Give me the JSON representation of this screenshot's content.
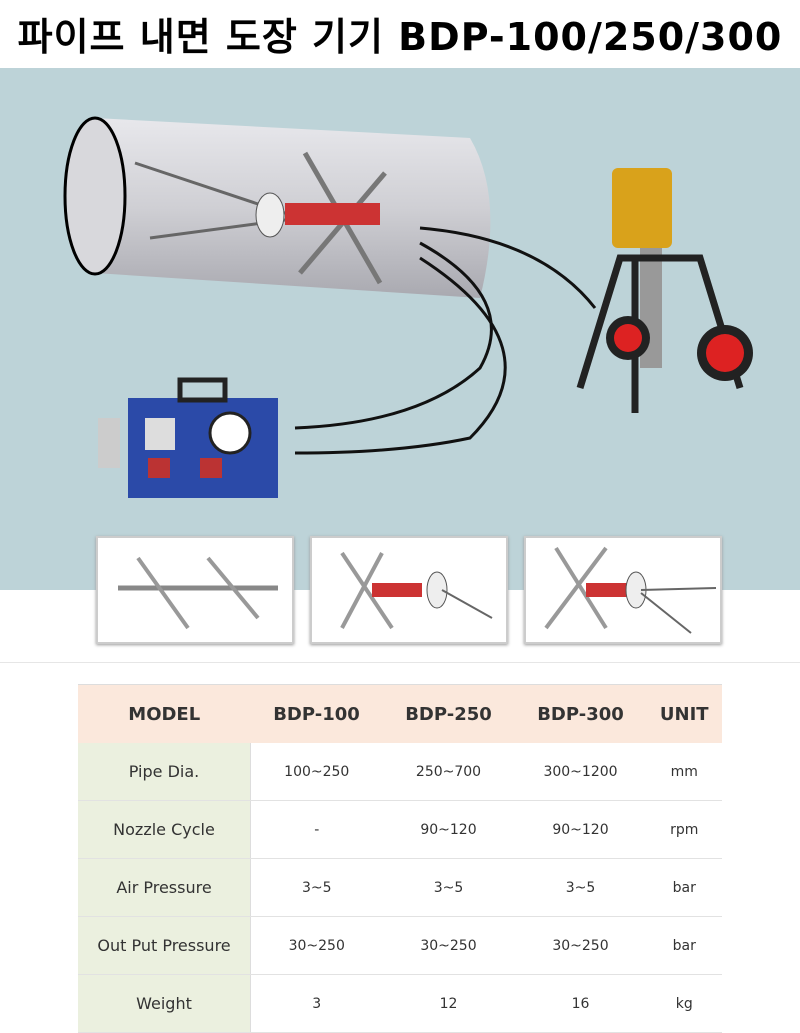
{
  "title": "파이프 내면 도장 기기 BDP-100/250/300",
  "spec_table": {
    "headers": [
      "MODEL",
      "BDP-100",
      "BDP-250",
      "BDP-300",
      "UNIT"
    ],
    "rows": [
      {
        "label": "Pipe Dia.",
        "values": [
          "100~250",
          "250~700",
          "300~1200"
        ],
        "unit": "mm"
      },
      {
        "label": "Nozzle Cycle",
        "values": [
          "-",
          "90~120",
          "90~120"
        ],
        "unit": "rpm"
      },
      {
        "label": "Air Pressure",
        "values": [
          "3~5",
          "3~5",
          "3~5"
        ],
        "unit": "bar"
      },
      {
        "label": "Out Put Pressure",
        "values": [
          "30~250",
          "30~250",
          "30~250"
        ],
        "unit": "bar"
      },
      {
        "label": "Weight",
        "values": [
          "3",
          "12",
          "16"
        ],
        "unit": "kg"
      }
    ]
  }
}
